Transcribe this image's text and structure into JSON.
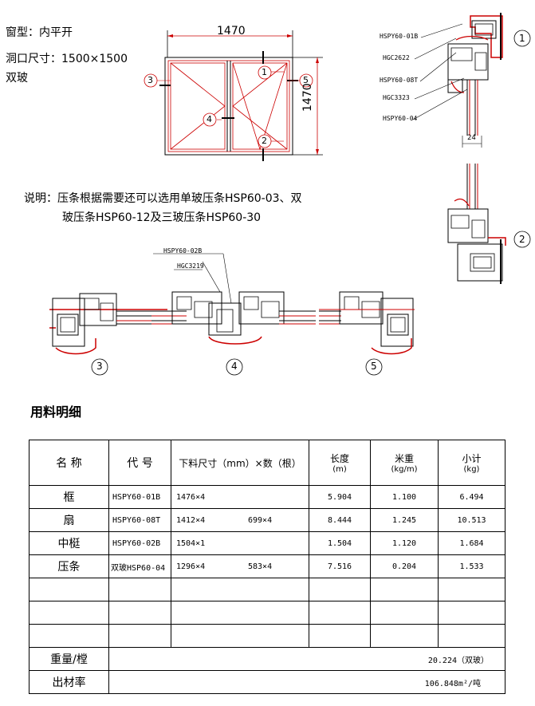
{
  "info": {
    "window_type": "窗型：内平开",
    "opening_size": "洞口尺寸：1500×1500",
    "glass": "双玻"
  },
  "elevation": {
    "width_dim": "1470",
    "height_dim": "1470",
    "callouts": [
      "1",
      "2",
      "3",
      "4",
      "5"
    ]
  },
  "section_labels": {
    "top": [
      "HSPY60-01B",
      "HGC2622",
      "HSPY60-08T",
      "HGC3323",
      "HSPY60-04"
    ],
    "dim_24": "24",
    "section_nums": [
      "1",
      "2",
      "3",
      "4",
      "5"
    ],
    "mullion": [
      "HSPY60-02B",
      "HGC3219"
    ]
  },
  "note": {
    "line1": "说明：压条根据需要还可以选用单玻压条HSP60-03、双",
    "line2": "玻压条HSP60-12及三玻压条HSP60-30"
  },
  "bom": {
    "title": "用料明细",
    "headers": {
      "name": "名  称",
      "code": "代  号",
      "cut": "下料尺寸（mm）×数（根）",
      "length": "长度",
      "length_unit": "(m)",
      "weight": "米重",
      "weight_unit": "(kg/m)",
      "subtotal": "小计",
      "subtotal_unit": "(kg)"
    },
    "rows": [
      {
        "name": "框",
        "code": "HSPY60-01B",
        "cut1": "1476×4",
        "cut2": "",
        "length": "5.904",
        "weight": "1.100",
        "subtotal": "6.494"
      },
      {
        "name": "扇",
        "code": "HSPY60-08T",
        "cut1": "1412×4",
        "cut2": "699×4",
        "length": "8.444",
        "weight": "1.245",
        "subtotal": "10.513"
      },
      {
        "name": "中梃",
        "code": "HSPY60-02B",
        "cut1": "1504×1",
        "cut2": "",
        "length": "1.504",
        "weight": "1.120",
        "subtotal": "1.684"
      },
      {
        "name": "压条",
        "code": "双玻HSP60-04",
        "cut1": "1296×4",
        "cut2": "583×4",
        "length": "7.516",
        "weight": "0.204",
        "subtotal": "1.533"
      }
    ],
    "total_weight_label": "重量/樘",
    "total_weight_value": "20.224（双玻）",
    "yield_label": "出材率",
    "yield_value": "106.848m²/吨"
  }
}
